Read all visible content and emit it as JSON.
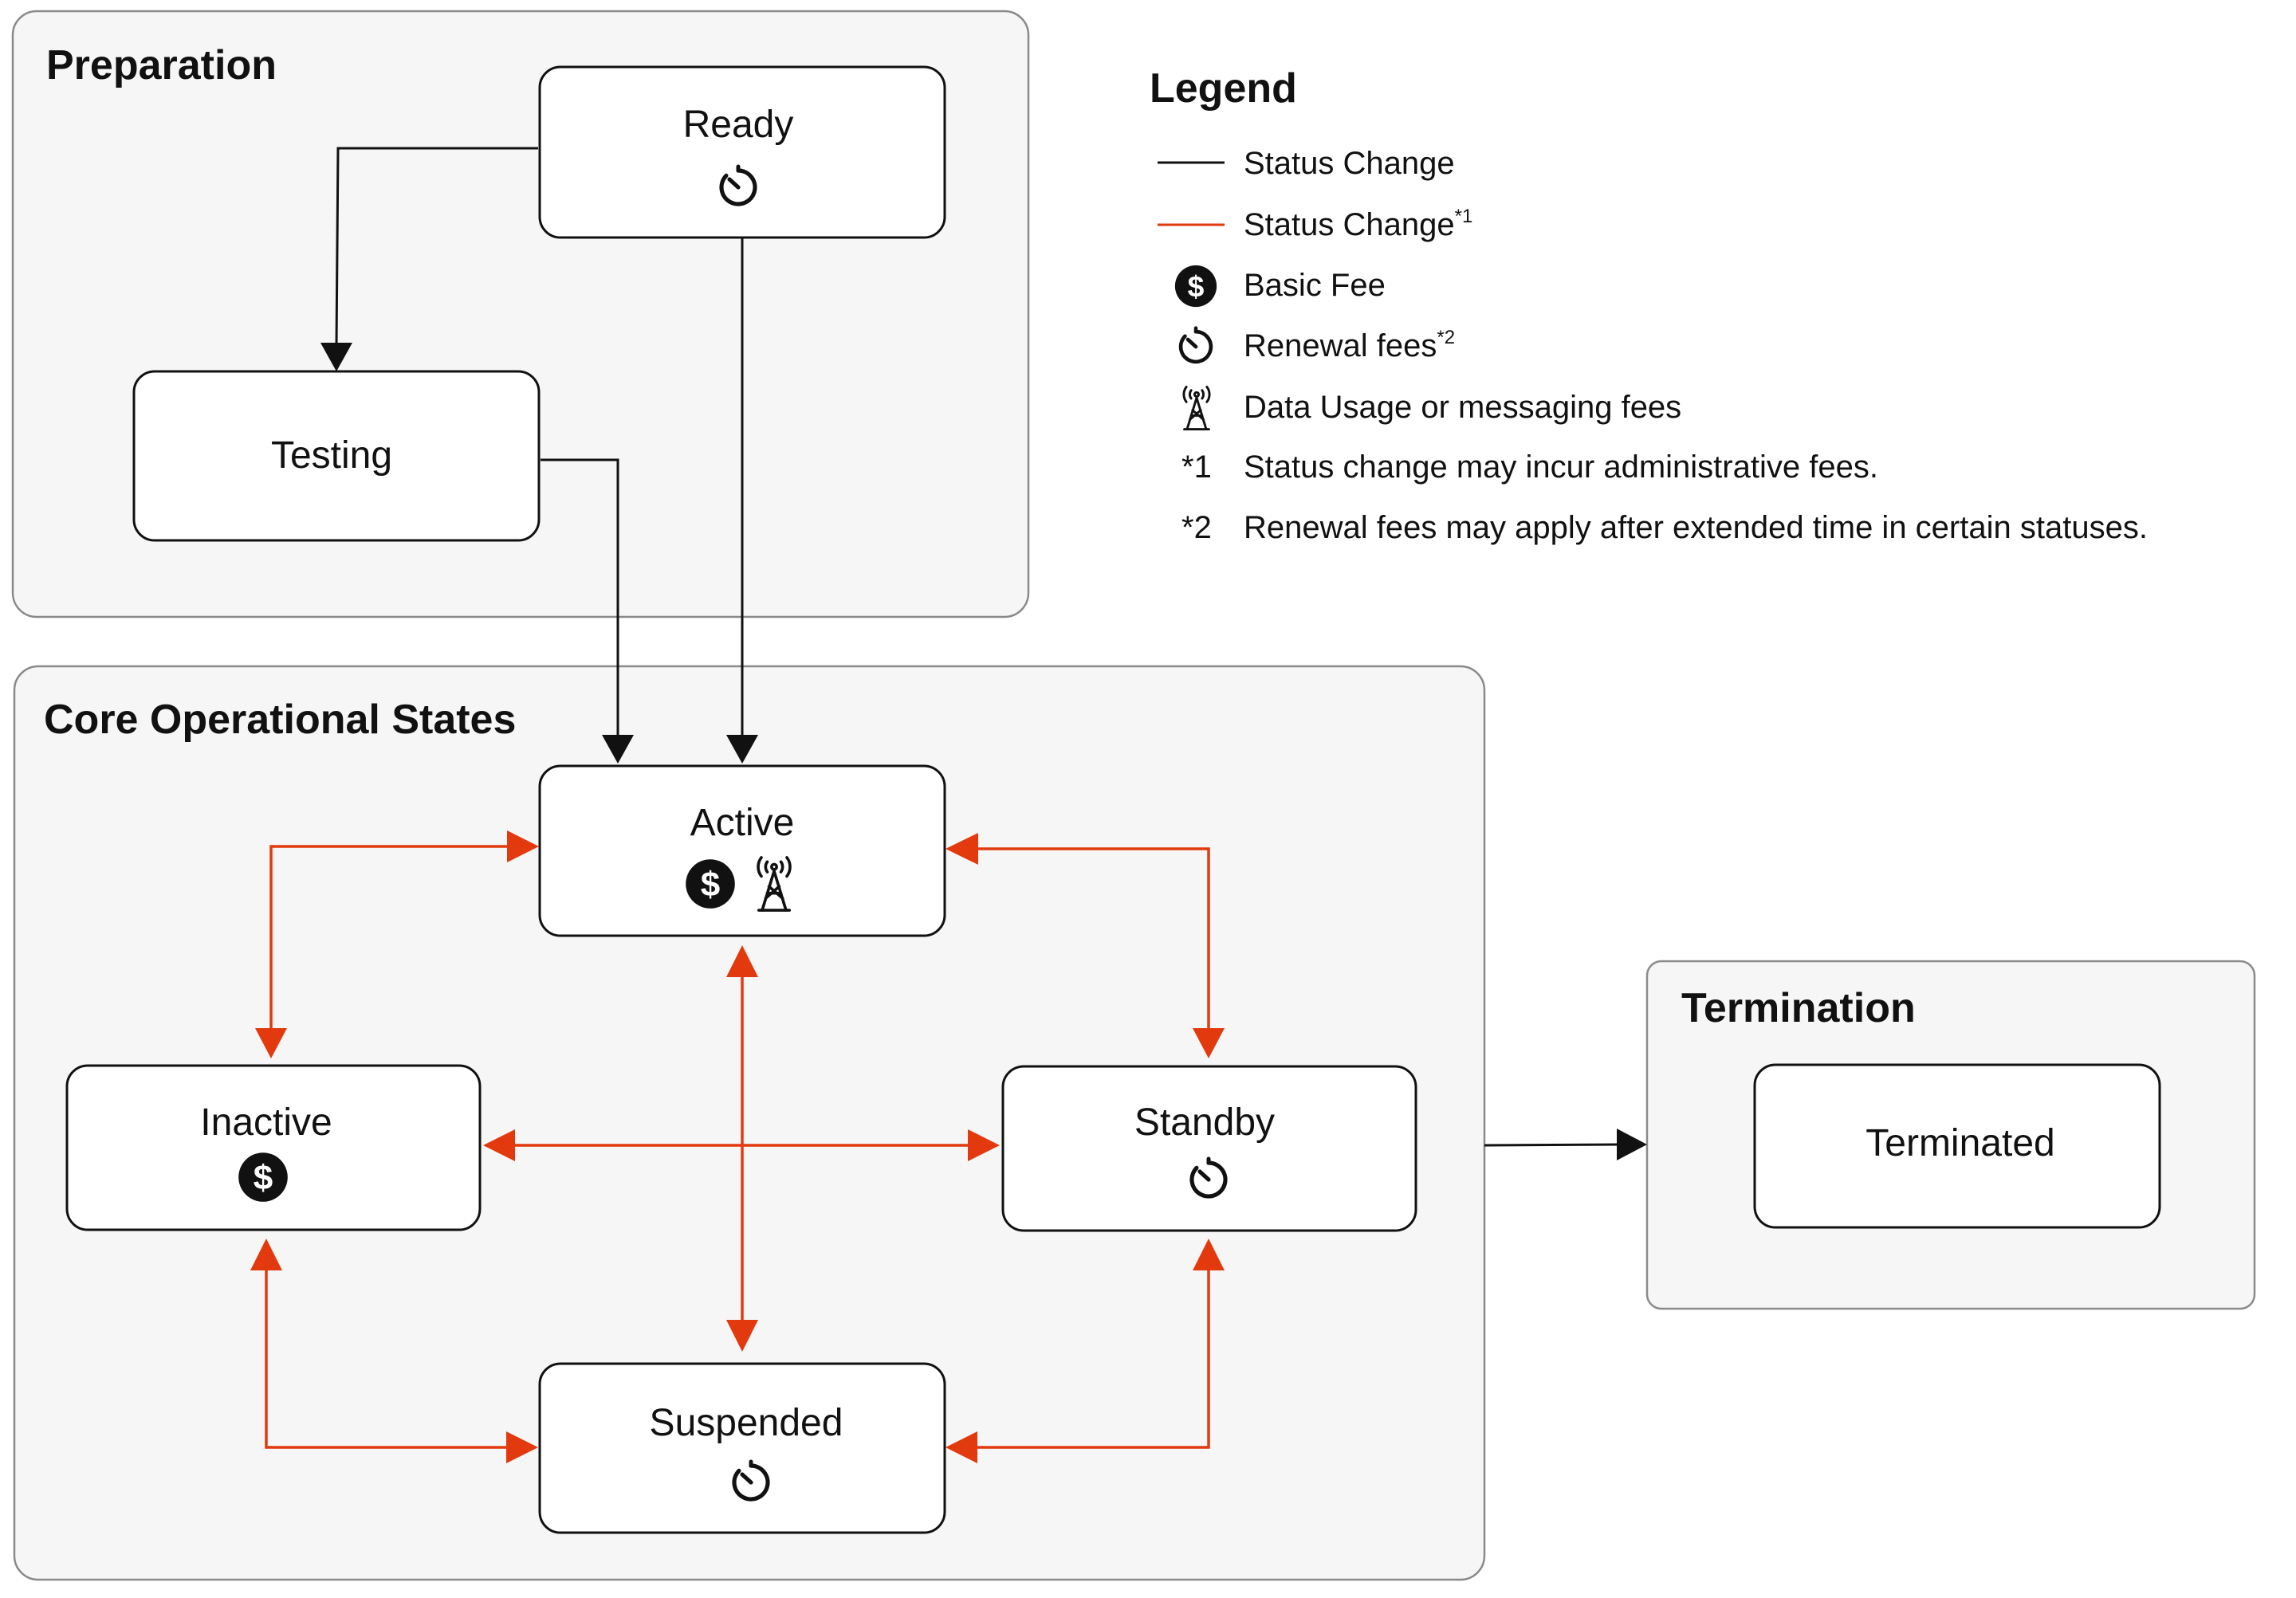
{
  "colors": {
    "black_line": "#111111",
    "red_line": "#E23A0E",
    "group_fill": "#F5F6F5",
    "group_stroke": "#8A8A8A",
    "node_fill": "#FFFFFF"
  },
  "groups": {
    "preparation": "Preparation",
    "core": "Core Operational States",
    "termination": "Termination"
  },
  "nodes": {
    "ready": {
      "label": "Ready",
      "icons": [
        "renewal-timer-icon"
      ]
    },
    "testing": {
      "label": "Testing",
      "icons": []
    },
    "active": {
      "label": "Active",
      "icons": [
        "dollar-icon",
        "antenna-icon"
      ]
    },
    "inactive": {
      "label": "Inactive",
      "icons": [
        "dollar-icon"
      ]
    },
    "standby": {
      "label": "Standby",
      "icons": [
        "renewal-timer-icon"
      ]
    },
    "suspended": {
      "label": "Suspended",
      "icons": [
        "renewal-timer-icon"
      ]
    },
    "terminated": {
      "label": "Terminated",
      "icons": []
    }
  },
  "legend": {
    "title": "Legend",
    "status_change": "Status Change",
    "status_change_admin": "Status Change",
    "status_change_admin_sup": "*1",
    "basic_fee": "Basic Fee",
    "renewal_fees": "Renewal fees",
    "renewal_fees_sup": "*2",
    "data_usage": "Data Usage or messaging fees",
    "note1_marker": "*1",
    "note1_text": "Status change may incur administrative fees.",
    "note2_marker": "*2",
    "note2_text": "Renewal fees may apply after extended time in certain statuses."
  }
}
